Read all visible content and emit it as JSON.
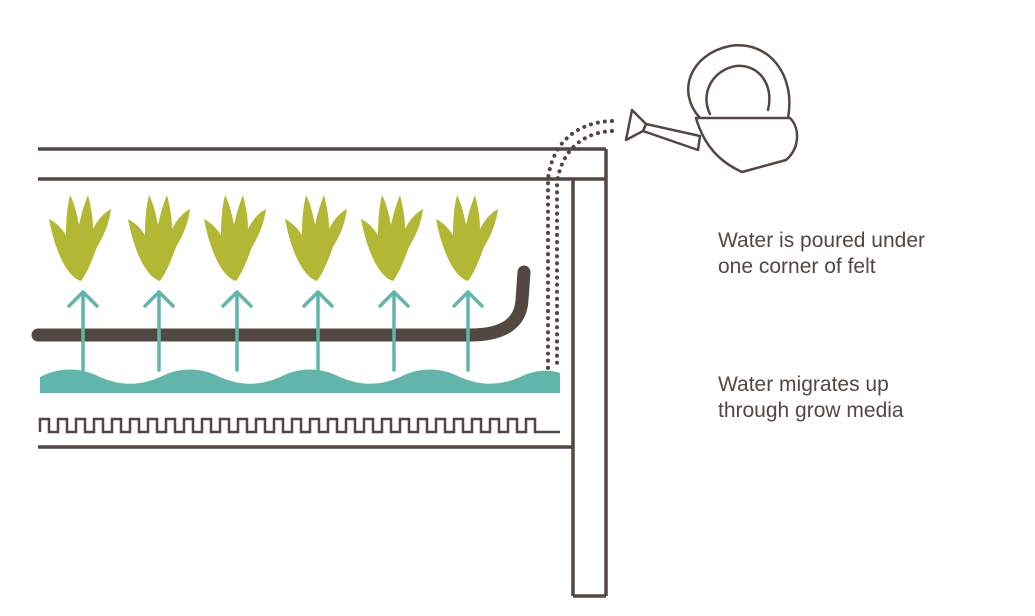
{
  "colors": {
    "frame": "#534741",
    "leaf": "#b2b734",
    "water": "#62b5aa",
    "arrow": "#62b5aa",
    "text": "#534741"
  },
  "icons": [
    "watering-can-icon",
    "plant-icon",
    "up-arrow-icon"
  ],
  "captions": {
    "pour": {
      "line1": "Water is poured under",
      "line2": "one corner of felt"
    },
    "migrate": {
      "line1": "Water migrates up",
      "line2": "through grow media"
    }
  }
}
